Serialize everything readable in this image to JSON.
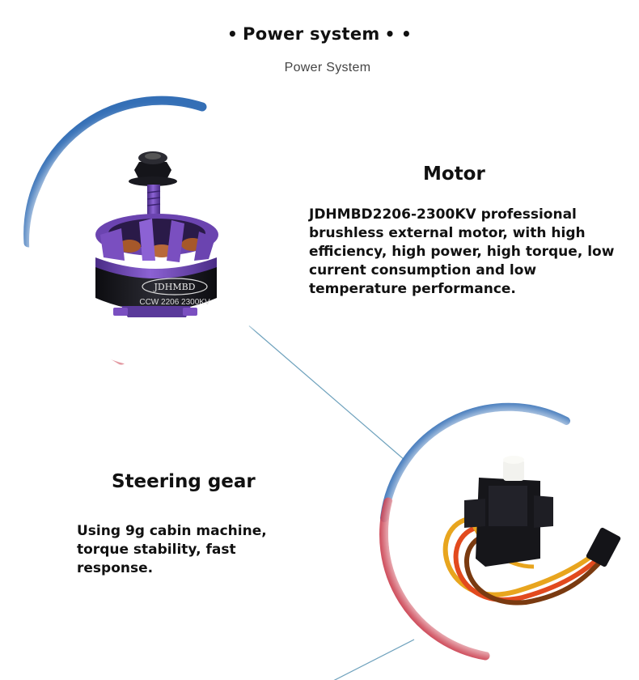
{
  "header": {
    "title": "Power system",
    "dot_left": "•",
    "dot_right": "• •",
    "subtitle": "Power System"
  },
  "motor": {
    "title": "Motor",
    "description": "JDHMBD2206-2300KV professional brushless external motor, with high efficiency, high power, high torque, low current consumption and low temperature performance.",
    "brand_label": "JDHMBD",
    "model_label": "CCW 2206 2300KV"
  },
  "steering_gear": {
    "title": "Steering gear",
    "description": "Using 9g cabin machine, torque stability, fast response."
  },
  "colors": {
    "ring_blue": "#1e5fae",
    "ring_red": "#c4283a",
    "connector_line": "#6fa2bd",
    "motor_purple": "#7a4fc0",
    "motor_dark": "#1c1c22"
  }
}
